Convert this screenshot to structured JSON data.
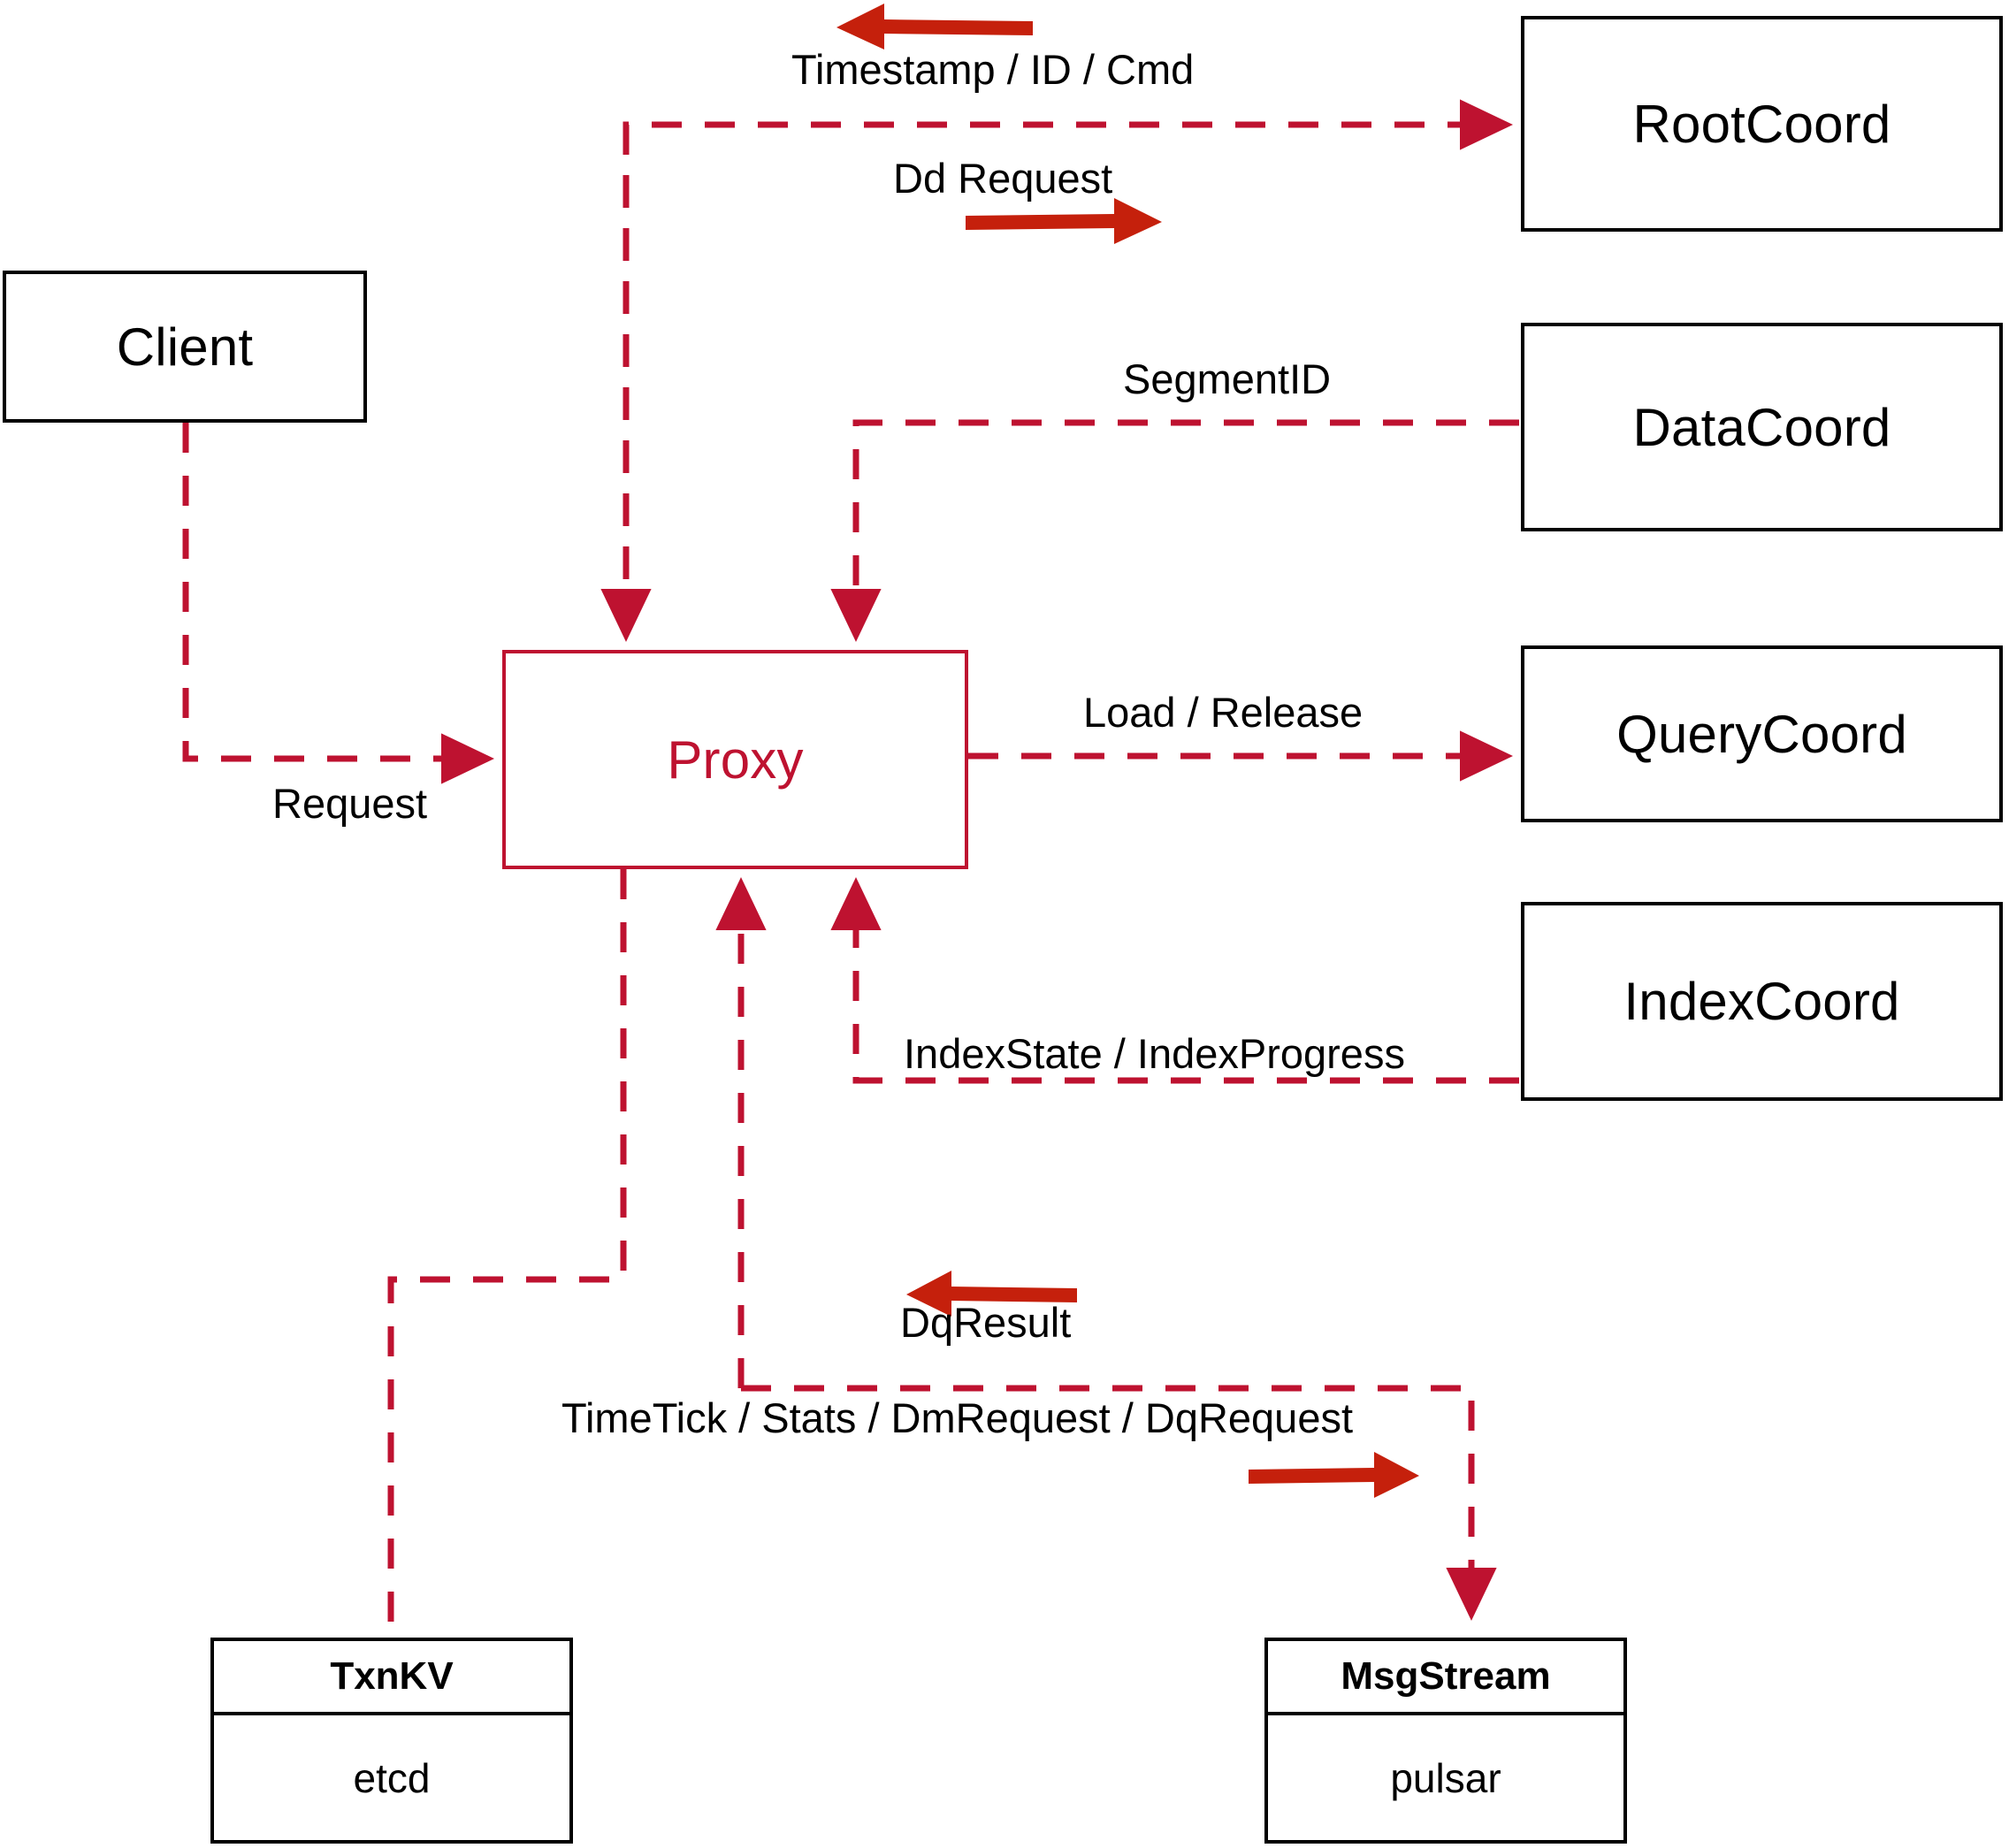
{
  "diagram": {
    "title": "Proxy component interaction diagram",
    "colors": {
      "node_border": "#000000",
      "proxy_accent": "#BE1230",
      "wire": "#BE1230",
      "emphasis_arrow": "#C5200C",
      "background": "#FFFFFF"
    }
  },
  "nodes": {
    "client": {
      "label": "Client"
    },
    "proxy": {
      "label": "Proxy"
    },
    "root_coord": {
      "label": "RootCoord"
    },
    "data_coord": {
      "label": "DataCoord"
    },
    "query_coord": {
      "label": "QueryCoord"
    },
    "index_coord": {
      "label": "IndexCoord"
    },
    "txnkv": {
      "title": "TxnKV",
      "impl": "etcd"
    },
    "msgstream": {
      "title": "MsgStream",
      "impl": "pulsar"
    }
  },
  "edges": [
    {
      "id": "timestamp-id-cmd",
      "label": "Timestamp / ID / Cmd",
      "from": "root_coord",
      "to": "proxy",
      "direction": "left"
    },
    {
      "id": "dd-request",
      "label": "Dd Request",
      "from": "proxy",
      "to": "root_coord",
      "direction": "right"
    },
    {
      "id": "segment-id",
      "label": "SegmentID",
      "from": "data_coord",
      "to": "proxy",
      "direction": "left"
    },
    {
      "id": "load-release",
      "label": "Load / Release",
      "from": "proxy",
      "to": "query_coord",
      "direction": "right"
    },
    {
      "id": "index-state-progress",
      "label": "IndexState / IndexProgress",
      "from": "index_coord",
      "to": "proxy",
      "direction": "left"
    },
    {
      "id": "request",
      "label": "Request",
      "from": "client",
      "to": "proxy",
      "direction": "right"
    },
    {
      "id": "dq-result",
      "label": "DqResult",
      "from": "msgstream",
      "to": "proxy",
      "direction": "left"
    },
    {
      "id": "timetick-stats-dmrequest-dqrequest",
      "label": "TimeTick / Stats / DmRequest / DqRequest",
      "from": "proxy",
      "to": "msgstream",
      "direction": "right"
    },
    {
      "id": "proxy-txnkv",
      "label": "",
      "from": "proxy",
      "to": "txnkv",
      "direction": "none"
    }
  ],
  "labels": {
    "timestamp_id_cmd": "Timestamp / ID / Cmd",
    "dd_request": "Dd Request",
    "segment_id": "SegmentID",
    "load_release": "Load / Release",
    "index_state_progress": "IndexState / IndexProgress",
    "request": "Request",
    "dq_result": "DqResult",
    "timetick_stats": "TimeTick / Stats / DmRequest / DqRequest"
  }
}
